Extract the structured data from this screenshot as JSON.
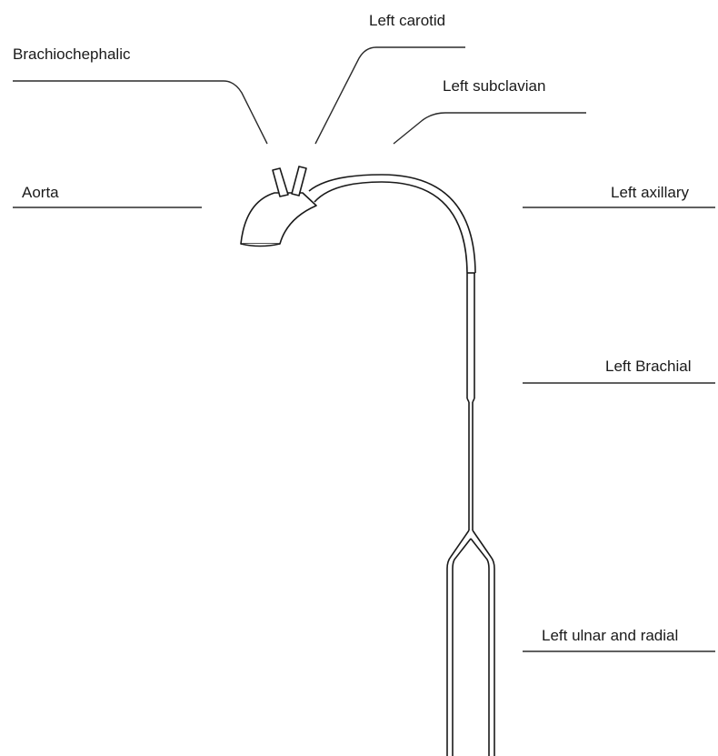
{
  "labels": {
    "brachiocephalic": "Brachiochephalic",
    "left_carotid": "Left carotid",
    "left_subclavian": "Left subclavian",
    "aorta": "Aorta",
    "left_axillary": "Left axillary",
    "left_brachial": "Left Brachial",
    "left_ulnar_radial": "Left ulnar and radial"
  },
  "colors": {
    "stroke": "#1a1a1a",
    "background": "#ffffff"
  }
}
